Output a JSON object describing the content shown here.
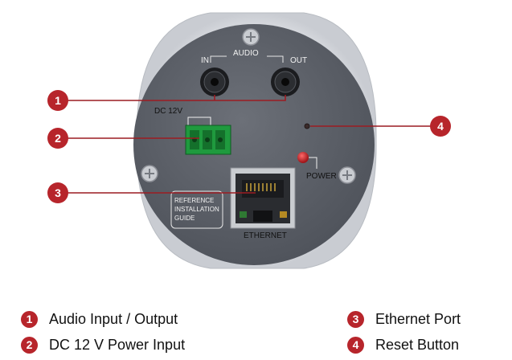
{
  "panel_labels": {
    "audio": "AUDIO",
    "audio_in": "IN",
    "audio_out": "OUT",
    "dc": "DC 12V",
    "power": "POWER",
    "ethernet": "ETHERNET",
    "guide_lines": [
      "REFERENCE",
      "INSTALLATION",
      "GUIDE"
    ]
  },
  "callouts": [
    {
      "number": "1",
      "label": "Audio Input / Output"
    },
    {
      "number": "2",
      "label": "DC 12 V Power Input"
    },
    {
      "number": "3",
      "label": "Ethernet Port"
    },
    {
      "number": "4",
      "label": "Reset Button"
    }
  ],
  "colors": {
    "badge": "#b7252b",
    "leader_line": "#9c1c22",
    "body": "#5c6068",
    "terminal_block": "#1f9a3e",
    "power_led": "#c8252a"
  }
}
